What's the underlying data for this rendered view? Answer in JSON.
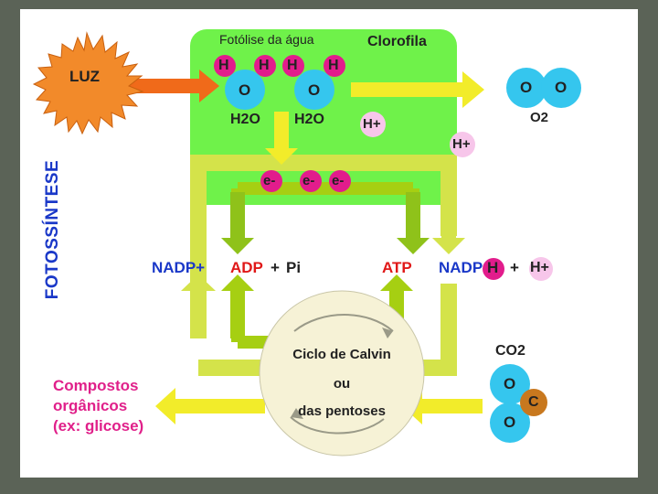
{
  "side_title": "FOTOSSÍNTESE",
  "light": {
    "label": "LUZ"
  },
  "chloroplast": {
    "label": "Clorofila",
    "process": "Fotólise da água"
  },
  "photolysis": {
    "hydrogen": [
      "H",
      "H",
      "H",
      "H"
    ],
    "oxygen": [
      "O",
      "O"
    ],
    "water": [
      "H2O",
      "H2O"
    ],
    "proton": "H+"
  },
  "oxygen_output": {
    "atoms": [
      "O",
      "O"
    ],
    "formula": "O2"
  },
  "proton_out": "H+",
  "electrons": [
    "e-",
    "e-",
    "e-"
  ],
  "cofactors": {
    "nadp": "NADP+",
    "adp": "ADP",
    "plus1": "+",
    "pi": "Pi",
    "atp": "ATP",
    "nadph_prefix": "NADP",
    "nadph_h": "H",
    "plus2": "+",
    "h_plus": "H+"
  },
  "calvin": {
    "line1": "Ciclo de Calvin",
    "line2": "ou",
    "line3": "das pentoses"
  },
  "co2": {
    "formula": "CO2",
    "atoms": [
      "O",
      "C",
      "O"
    ]
  },
  "product": {
    "line1": "Compostos",
    "line2": "orgânicos",
    "line3": "(ex: glicose)"
  },
  "colors": {
    "chloroplast": "#6ff24a",
    "frame": "#d4e34a",
    "frame_inner": "#8fc21a",
    "arrow": "#f2ec2a",
    "arrow_green": "#a6cf12",
    "sun": "#f28a2a",
    "light_arrow": "#f06a1a",
    "atom_h": "#e21c8c",
    "atom_o": "#35c6ee",
    "atom_c": "#c8781e",
    "proton": "#f7c6ea",
    "blue_text": "#1a38c8",
    "red_text": "#e01818",
    "product_text": "#e0208a",
    "calvin_bg": "#f6f2d6"
  }
}
